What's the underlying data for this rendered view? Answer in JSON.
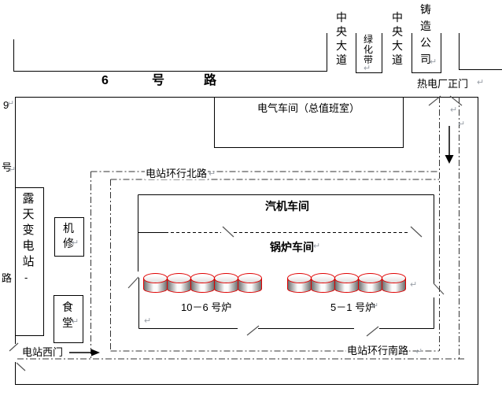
{
  "diagram": {
    "top_road": {
      "label_chars": [
        "6",
        "号",
        "路"
      ]
    },
    "left_road": {
      "label_chars": [
        "9",
        "号",
        "路"
      ]
    },
    "avenues": {
      "central_avenue_1": "中央大道",
      "green_belt": "绿化带",
      "central_avenue_2": "中央大道",
      "foundry_company": "铸造公司"
    },
    "gates": {
      "main_gate": "热电厂正门",
      "west_gate": "电站西门"
    },
    "ring_roads": {
      "north": "电站环行北路",
      "south": "电站环行南路"
    },
    "buildings": {
      "electrical_workshop": "电气车间（总值班室）",
      "substation": "露天变电站",
      "substation_note": "-",
      "machine_repair": "机修",
      "canteen": "食堂",
      "turbine_workshop": "汽机车间",
      "boiler_workshop": "锅炉车间"
    },
    "boiler_groups": [
      {
        "label": "10－6 号炉",
        "count": 5
      },
      {
        "label": "5－1 号炉",
        "count": 5
      }
    ],
    "icons": {
      "return_mark": "↵"
    },
    "colors": {
      "boiler_outline": "#e00000",
      "boiler_body_dark": "#6e6e6e",
      "line": "#000000",
      "mark_gray": "#9aa0a8"
    }
  }
}
